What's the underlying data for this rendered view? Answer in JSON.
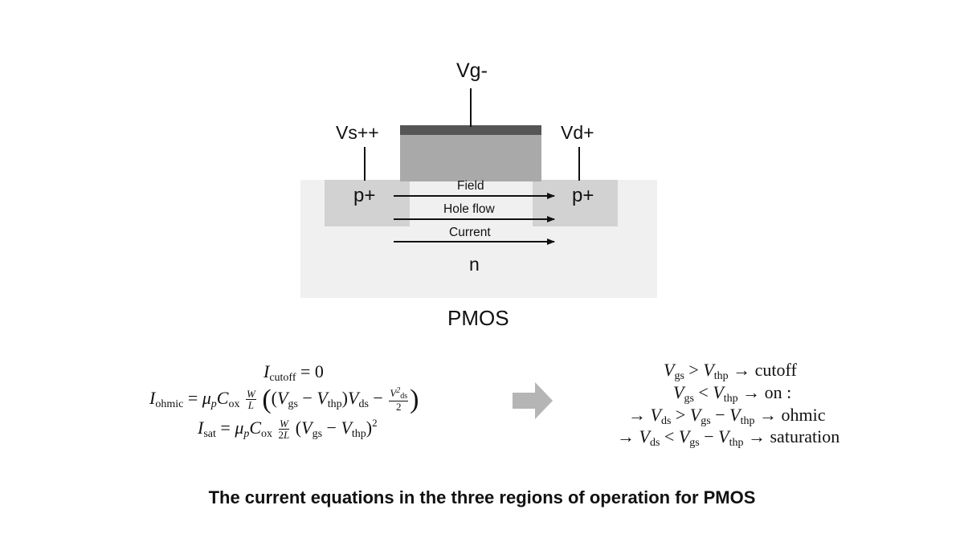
{
  "device": {
    "gate_label": "Vg-",
    "source_label": "Vs++",
    "drain_label": "Vd+",
    "source_region": "p+",
    "drain_region": "p+",
    "substrate": "n",
    "field_label": "Field",
    "hole_flow_label": "Hole flow",
    "current_label": "Current",
    "title": "PMOS"
  },
  "equations": {
    "cutoff_rhs": "= 0",
    "ohmic_prefix": "=",
    "sat_prefix": "="
  },
  "conditions": {
    "cutoff_word": "cutoff",
    "on_word": "on :",
    "ohmic_word": "ohmic",
    "saturation_word": "saturation"
  },
  "caption": "The current equations in the three regions of operation for PMOS",
  "colors": {
    "gate_metal": "#555555",
    "gate_oxide": "#a9a9a9",
    "diffusion": "#d2d2d2",
    "substrate": "#f0f0f0",
    "arrow_gray": "#b5b5b5"
  }
}
